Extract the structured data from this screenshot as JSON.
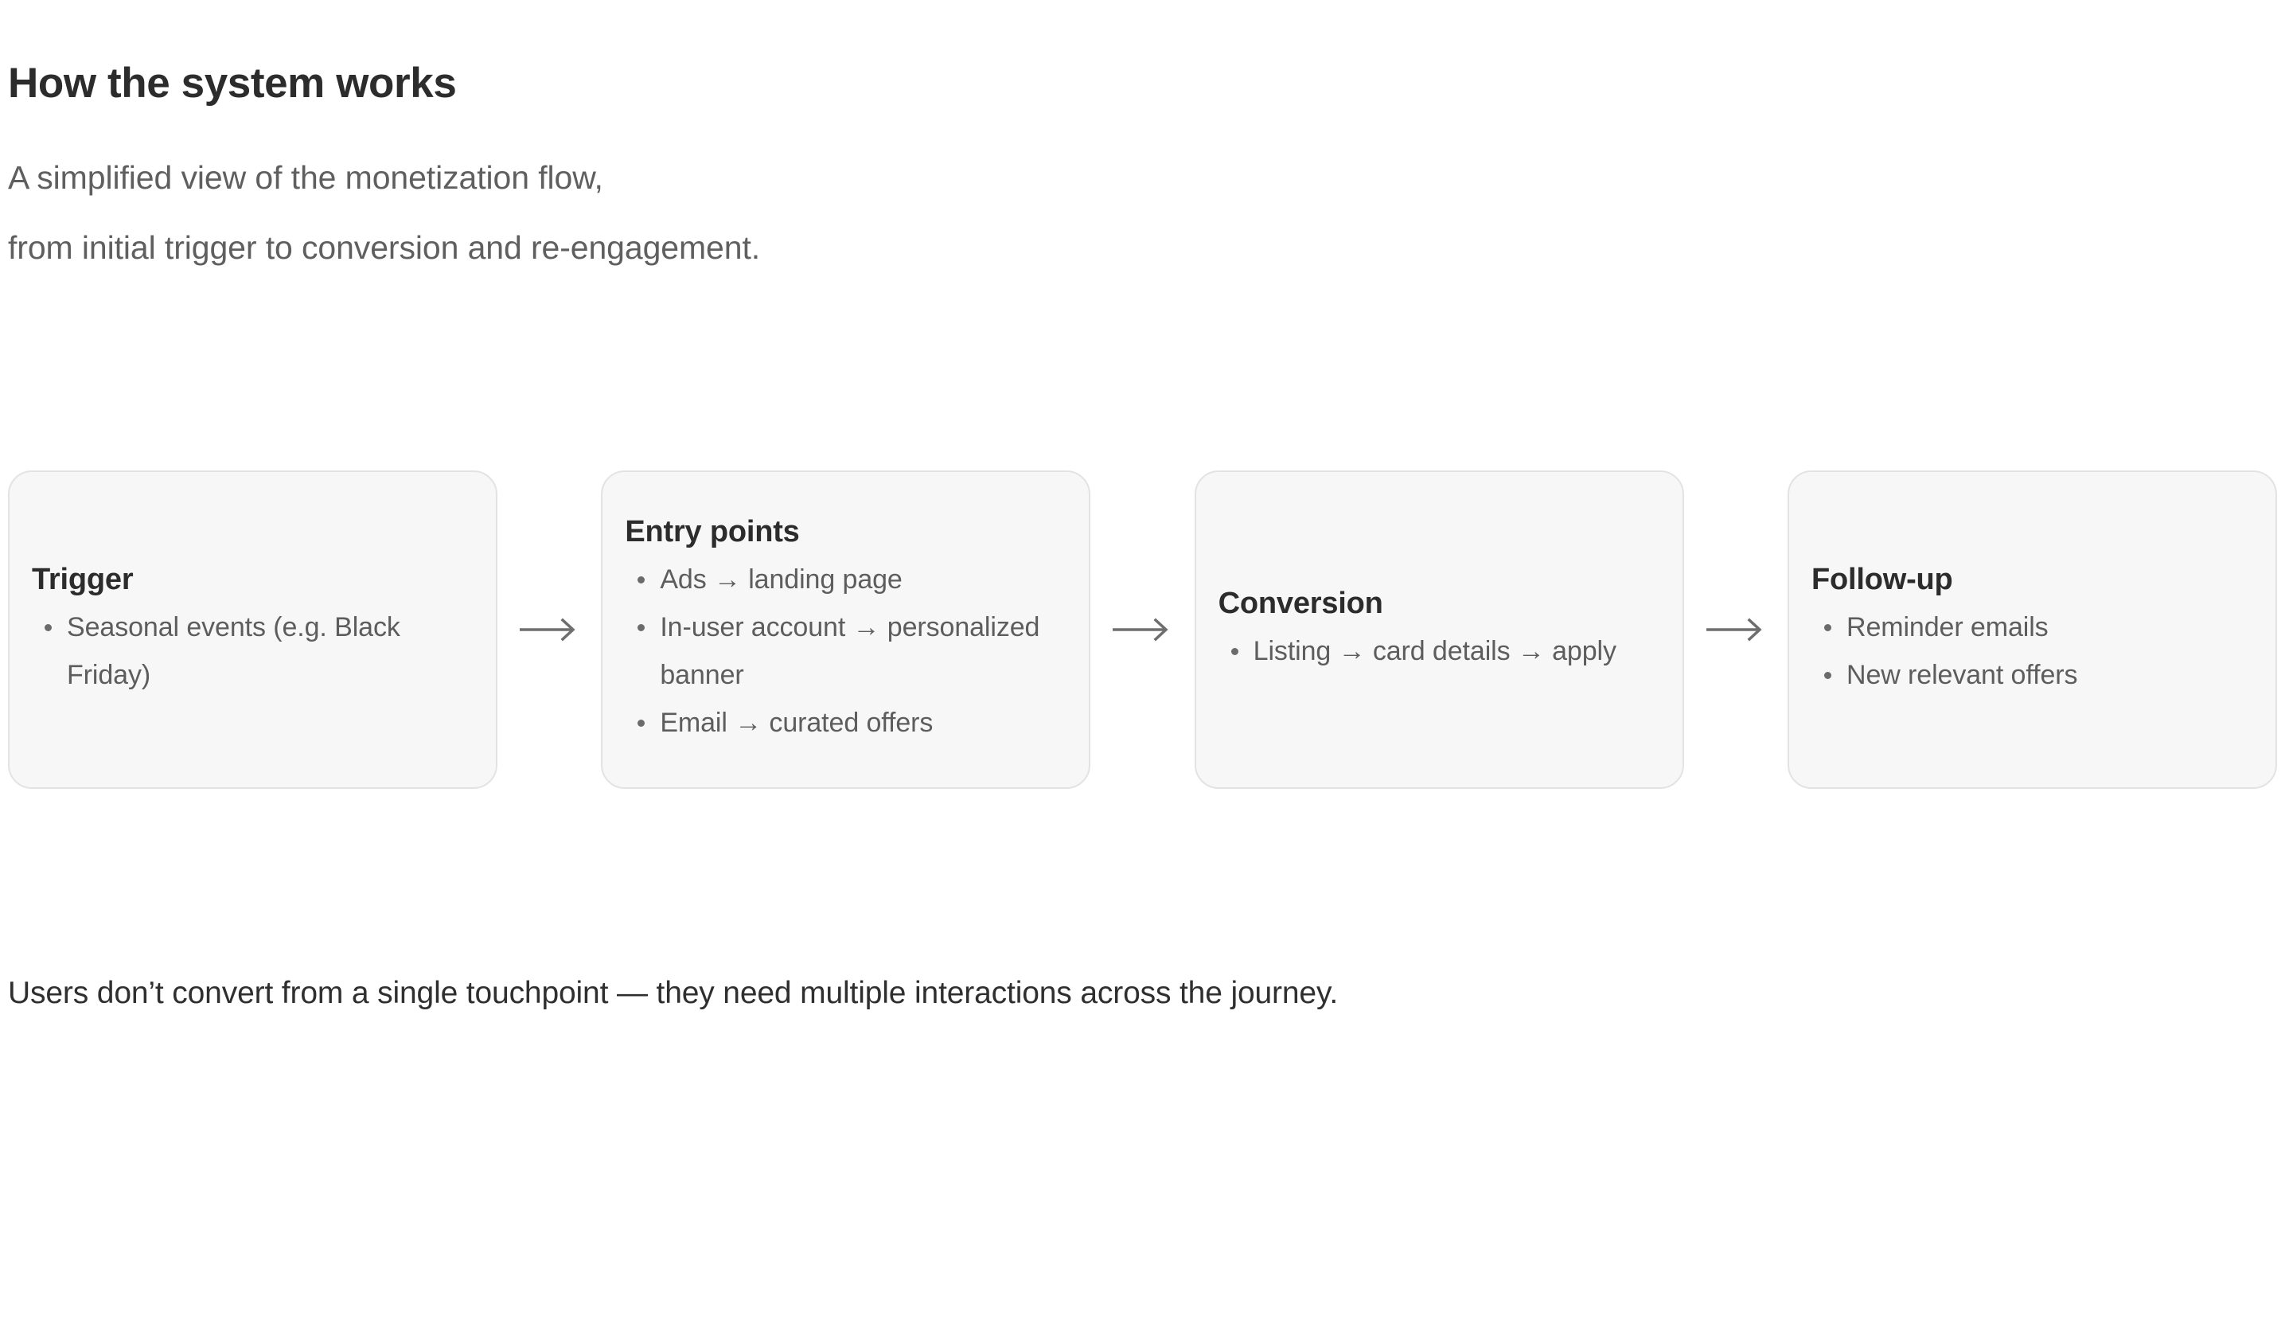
{
  "header": {
    "title": "How the system works",
    "subtitle_line_1": "A simplified view of the monetization flow,",
    "subtitle_line_2": "from initial trigger to conversion and re-engagement."
  },
  "flow": {
    "arrow_icon": "arrow-right-icon",
    "connector_color": "#6e6e6e",
    "card_background": "#f7f7f7",
    "card_border": "#e3e3e3",
    "steps": [
      {
        "title": "Trigger",
        "items": [
          "Seasonal events (e.g. Black Friday)"
        ]
      },
      {
        "title": "Entry points",
        "items": [
          "Ads → landing page",
          "In-user account → personalized banner",
          "Email → curated offers"
        ]
      },
      {
        "title": "Conversion",
        "items": [
          "Listing → card details → apply"
        ]
      },
      {
        "title": "Follow-up",
        "items": [
          "Reminder emails",
          "New relevant offers"
        ]
      }
    ]
  },
  "footer": {
    "note": "Users don’t convert from a single touchpoint — they need multiple interactions across the journey."
  }
}
